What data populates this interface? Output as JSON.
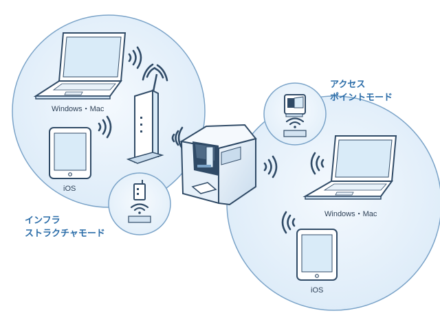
{
  "labels": {
    "infra_laptop": "Windows・Mac",
    "infra_tablet": "iOS",
    "ap_laptop": "Windows・Mac",
    "ap_tablet": "iOS"
  },
  "modes": {
    "infrastructure": {
      "line1": "インフラ",
      "line2": "ストラクチャモード"
    },
    "access_point": {
      "line1": "アクセス",
      "line2": "ポイントモード"
    }
  },
  "colors": {
    "circle_fill": "#e7f2fb",
    "circle_stroke": "#7aa3c8",
    "device_fill": "#ffffff",
    "device_stroke": "#2f4a66",
    "screen_fill": "#d9ebf8",
    "wave": "#2f4a66",
    "mode_text": "#2a6ca8",
    "label_text": "#2c3f55"
  },
  "icons": [
    "laptop-icon",
    "tablet-icon",
    "wireless-router-icon",
    "infrastructure-mode-icon",
    "access-point-mode-icon",
    "label-printer-icon",
    "wifi-signal-icon"
  ]
}
